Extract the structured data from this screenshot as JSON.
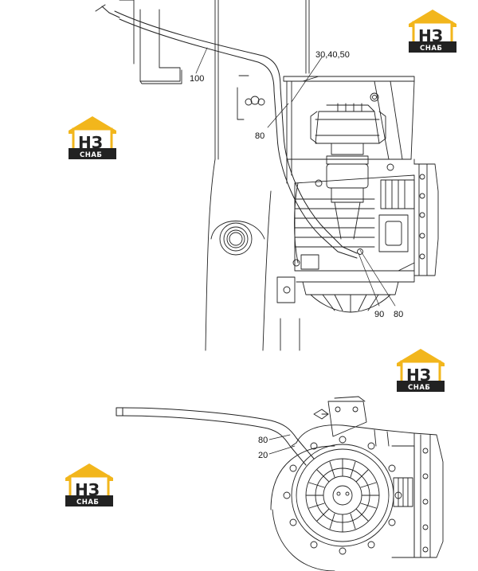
{
  "callouts": {
    "c100": "100",
    "c304050": "30,40,50",
    "c80_top": "80",
    "c90": "90",
    "c80_mid": "80",
    "c80_bottom": "80",
    "c20": "20"
  },
  "watermark": {
    "text": "СНАБ",
    "mark": "НЗ",
    "accent_color": "#f2b61c",
    "dark_color": "#222222"
  }
}
